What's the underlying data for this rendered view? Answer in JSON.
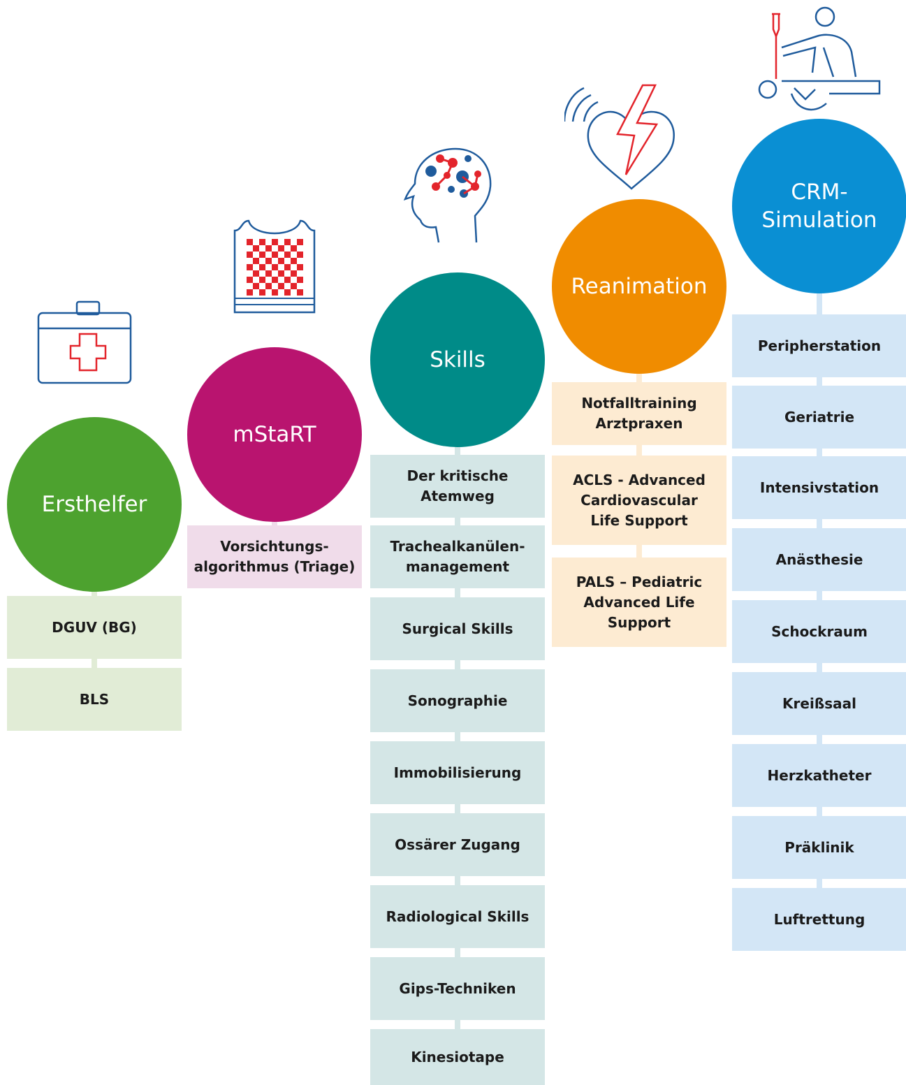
{
  "columns": [
    {
      "title": "Ersthelfer",
      "icon": "first-aid-kit-icon",
      "color": "#4da22f",
      "box_color": "#e1ecd6",
      "items": [
        "DGUV (BG)",
        "BLS"
      ]
    },
    {
      "title": "mStaRT",
      "icon": "triage-vest-icon",
      "color": "#b9146f",
      "box_color": "#f0dcea",
      "items": [
        "Vorsichtungs-\nalgorithmus (Triage)"
      ]
    },
    {
      "title": "Skills",
      "icon": "brain-head-icon",
      "color": "#008b88",
      "box_color": "#d4e6e6",
      "items": [
        "Der kritische\nAtemweg",
        "Trachealkanülen-\nmanagement",
        "Surgical Skills",
        "Sonographie",
        "Immobilisierung",
        "Ossärer Zugang",
        "Radiological Skills",
        "Gips-Techniken",
        "Kinesiotape"
      ]
    },
    {
      "title": "Reanimation",
      "icon": "heart-defibrillation-icon",
      "color": "#f08c00",
      "box_color": "#fdebd2",
      "items": [
        "Notfalltraining\nArztpraxen",
        "ACLS - Advanced\nCardiovascular\nLife Support",
        "PALS – Pediatric\nAdvanced Life\nSupport"
      ]
    },
    {
      "title": "CRM-\nSimulation",
      "icon": "cpr-simulation-icon",
      "color": "#0a8fd3",
      "box_color": "#d3e6f6",
      "items": [
        "Peripherstation",
        "Geriatrie",
        "Intensivstation",
        "Anästhesie",
        "Schockraum",
        "Kreißsaal",
        "Herzkatheter",
        "Präklinik",
        "Luftrettung"
      ]
    }
  ]
}
